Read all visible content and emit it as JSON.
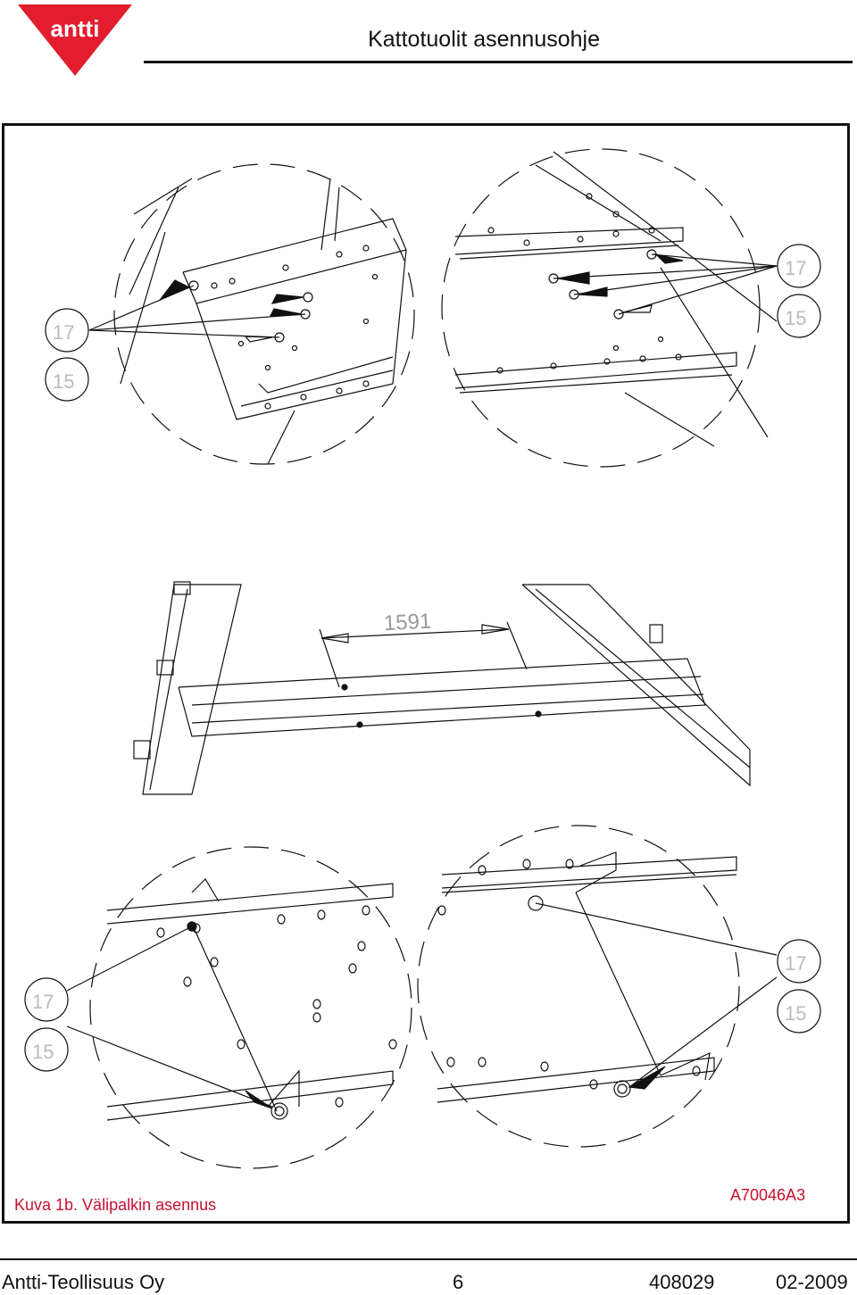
{
  "header": {
    "logo_text": "antti",
    "title": "Kattotuolit asennusohje"
  },
  "figure": {
    "caption": "Kuva 1b. Välipalkin asennus",
    "drawing_code": "A70046A3",
    "dimension_label": "1591",
    "callouts": {
      "top_left": [
        "17",
        "15"
      ],
      "top_right": [
        "17",
        "15"
      ],
      "bottom_left": [
        "17",
        "15"
      ],
      "bottom_right": [
        "17",
        "15"
      ]
    }
  },
  "footer": {
    "company": "Antti-Teollisuus Oy",
    "page": "6",
    "doc_number": "408029",
    "date": "02-2009"
  },
  "colors": {
    "brand_red": "#e11d2e",
    "caption_red": "#c8102e",
    "line": "#111111"
  }
}
